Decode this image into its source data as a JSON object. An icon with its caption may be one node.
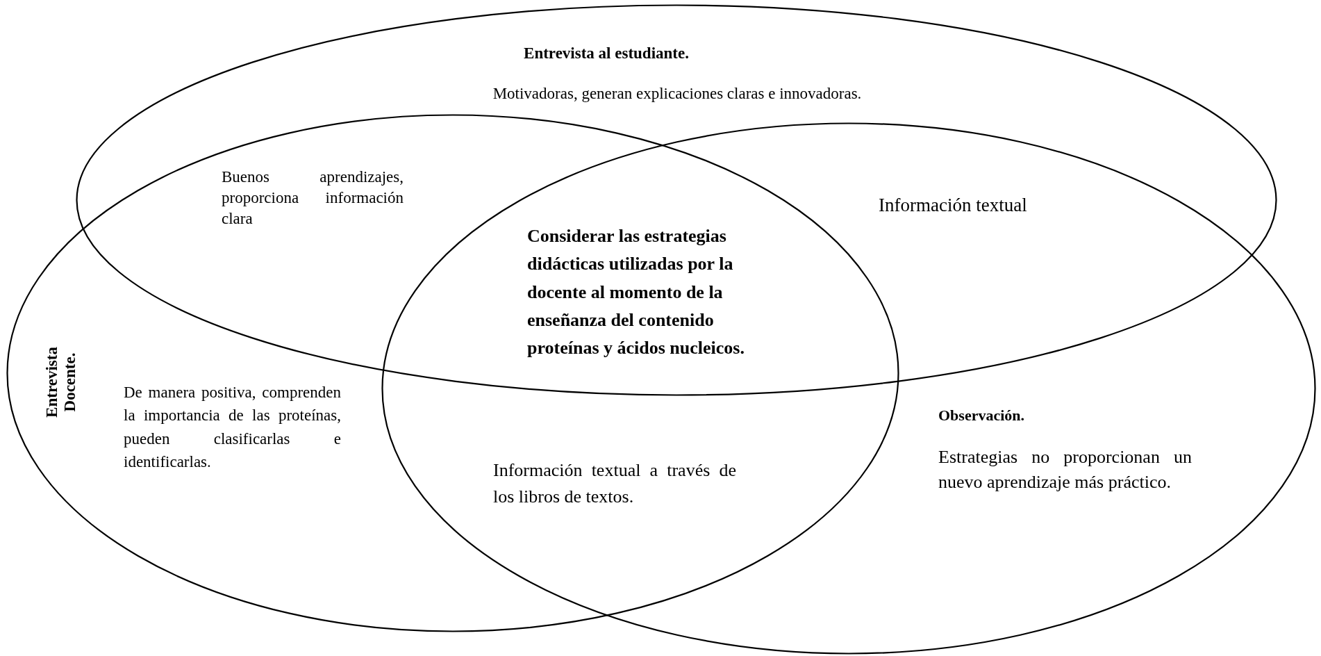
{
  "diagram": {
    "nodes": [
      {
        "text": [
          "Entrevista al estudiante.",
          "Motivadoras, generan explicaciones claras e innovadoras."
        ]
      },
      {
        "text": [
          "Entrevista Docente.",
          "De manera positiva, comprenden la importancia de las proteínas, pueden clasificarlas e identificarlas."
        ]
      },
      {
        "text": [
          "Observación.",
          "Estrategias no proporcionan un nuevo aprendizaje más práctico."
        ]
      }
    ],
    "edges": [],
    "labels": [
      "Buenos aprendizajes, proporciona información clara",
      "Información textual",
      "Considerar las estrategias didácticas utilizadas por la docente al momento de la enseñanza del contenido proteínas y ácidos nucleicos.",
      "Información textual a través de los libros de textos."
    ]
  }
}
